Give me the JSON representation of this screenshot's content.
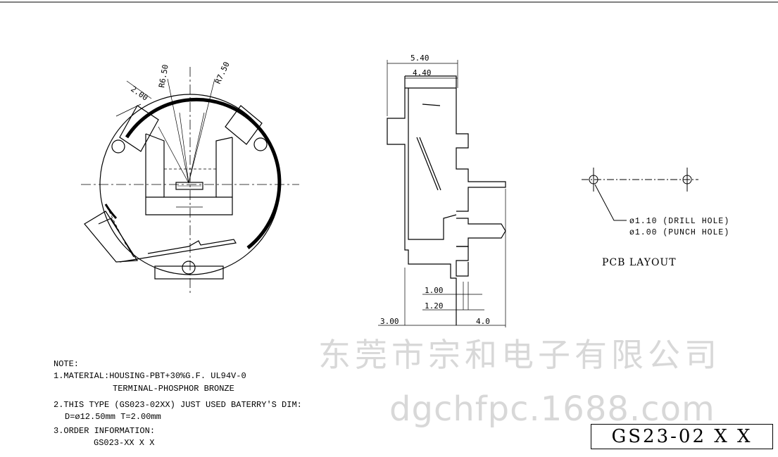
{
  "watermark": {
    "company": "东莞市宗和电子有限公司",
    "site": "dgchfpc.1688.com"
  },
  "top_view": {
    "dims": {
      "width": "2.00",
      "r_inner": "R6.50",
      "r_outer": "R7.50"
    }
  },
  "side_view": {
    "dims": {
      "overall": "5.40",
      "body": "4.40",
      "pin1": "1.00",
      "pin2": "1.20",
      "left": "3.00",
      "right": "4.0"
    }
  },
  "pcb_layout": {
    "title": "PCB LAYOUT",
    "drill_hole": "ø1.10 (DRILL HOLE)",
    "punch_hole": "ø1.00 (PUNCH HOLE)"
  },
  "notes": {
    "heading": "NOTE:",
    "line1": "1.MATERIAL:HOUSING-PBT+30%G.F. UL94V-0",
    "line1b": "TERMINAL-PHOSPHOR BRONZE",
    "line2": "2.THIS TYPE (GS023-02XX) JUST USED BATERRY'S DIM:",
    "line2b": "D=ø12.50mm T=2.00mm",
    "line3": "3.ORDER INFORMATION:",
    "order_code": "GS023-XX X X"
  },
  "part_number": "GS23-02 X X"
}
